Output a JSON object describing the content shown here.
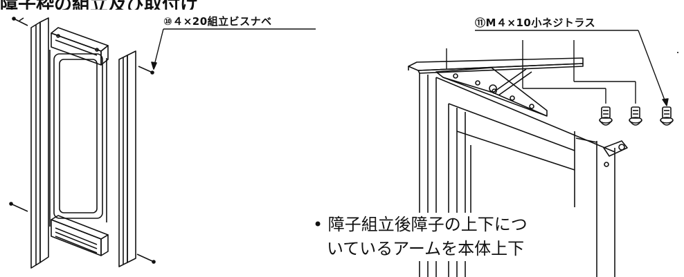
{
  "header": {
    "cropped_title": "障子枠の組立及び取付け"
  },
  "labels": {
    "part10": "⑩４×20組立ビスナベ",
    "part11": "⑪M４×10小ネジトラス"
  },
  "note": {
    "bullet": "•",
    "line1": "障子組立後障子の上下につ",
    "line2": "いているアームを本体上下"
  }
}
